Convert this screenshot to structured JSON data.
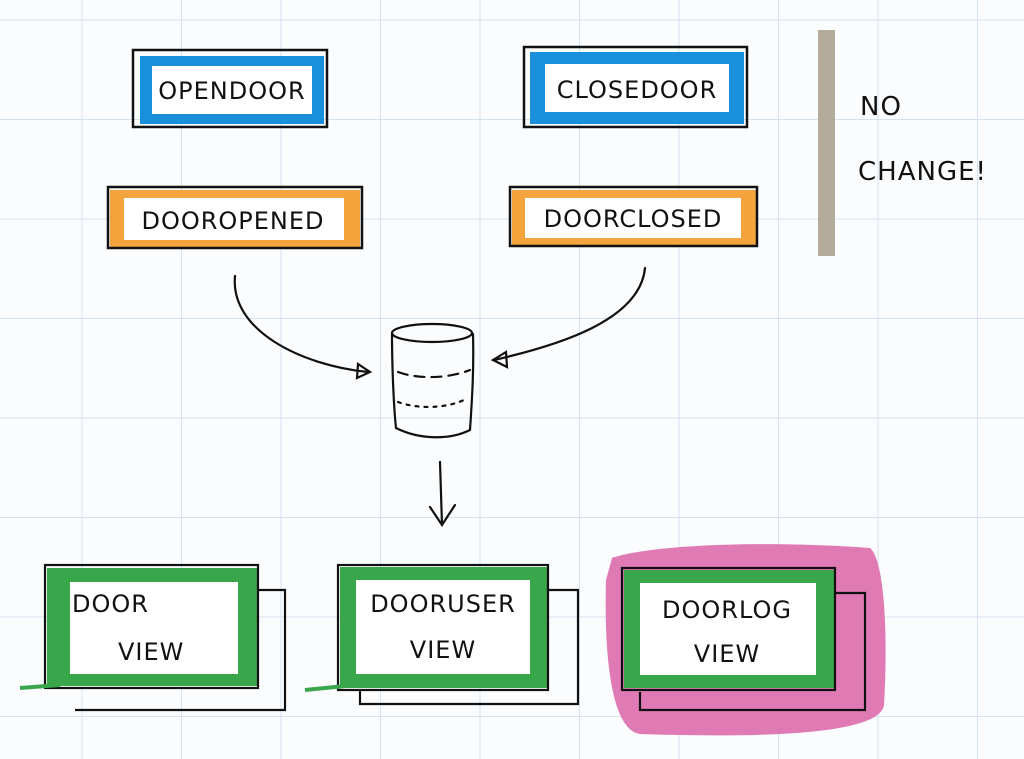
{
  "commands": [
    {
      "label": "OPENDOOR",
      "color": "#1a8fdc"
    },
    {
      "label": "CLOSEDOOR",
      "color": "#1a8fdc"
    }
  ],
  "events": [
    {
      "label": "DOOROPENED",
      "color": "#f3a43c"
    },
    {
      "label": "DOORCLOSED",
      "color": "#f3a43c"
    }
  ],
  "note": {
    "line1": "NO",
    "line2": "CHANGE!",
    "bar_color": "#b3ac9a"
  },
  "store": {
    "icon": "database-icon"
  },
  "views": [
    {
      "line1": "DOOR",
      "line2": "VIEW",
      "color": "#3aa64c",
      "highlighted": false
    },
    {
      "line1": "DOORUSER",
      "line2": "VIEW",
      "color": "#3aa64c",
      "highlighted": false
    },
    {
      "line1": "DOORLOG",
      "line2": "VIEW",
      "color": "#3aa64c",
      "highlighted": true,
      "highlight_color": "#e07ab5"
    }
  ],
  "grid_color": "#d5e2ef"
}
